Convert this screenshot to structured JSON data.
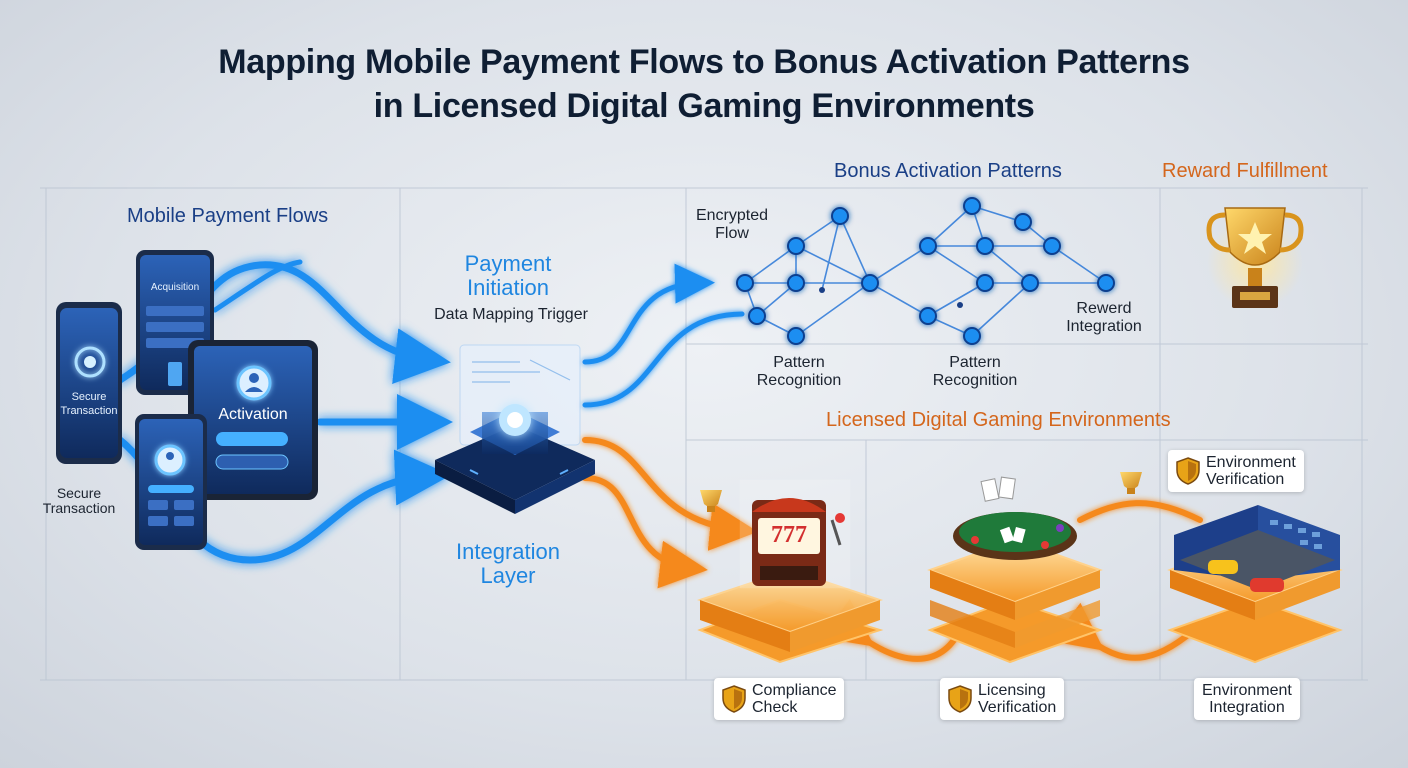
{
  "title": {
    "line1": "Mapping Mobile Payment Flows to Bonus Activation Patterns",
    "line2": "in Licensed Digital Gaming Environments"
  },
  "sections": {
    "mobile": "Mobile Payment Flows",
    "bonus": "Bonus Activation Patterns",
    "reward": "Reward Fulfillment",
    "licensed": "Licensed Digital Gaming Environments"
  },
  "devices": {
    "phone_left_text": [
      "Secure",
      "Transaction"
    ],
    "phone_top_header": "Acquisition",
    "tablet_text": "Activation",
    "caption": [
      "Secure",
      "Transaction"
    ]
  },
  "center": {
    "initiation": [
      "Payment",
      "Initiation"
    ],
    "trigger": "Data Mapping Trigger",
    "integration": [
      "Integration",
      "Layer"
    ]
  },
  "network": {
    "encrypted": [
      "Encrypted",
      "Flow"
    ],
    "pattern1": [
      "Pattern",
      "Recognition"
    ],
    "pattern2": [
      "Pattern",
      "Recognition"
    ],
    "reward_integration": [
      "Rewerd",
      "Integration"
    ]
  },
  "gaming": {
    "slot_text": "777",
    "compliance": [
      "Compliance",
      "Check"
    ],
    "licensing": [
      "Licensing",
      "Verification"
    ],
    "env_integration": [
      "Environment",
      "Integration"
    ],
    "env_verification": [
      "Environment",
      "Verification"
    ]
  },
  "colors": {
    "blue": "#1f8ef1",
    "navy": "#1a3f86",
    "orange": "#f5891f",
    "gold": "#e8a317"
  }
}
